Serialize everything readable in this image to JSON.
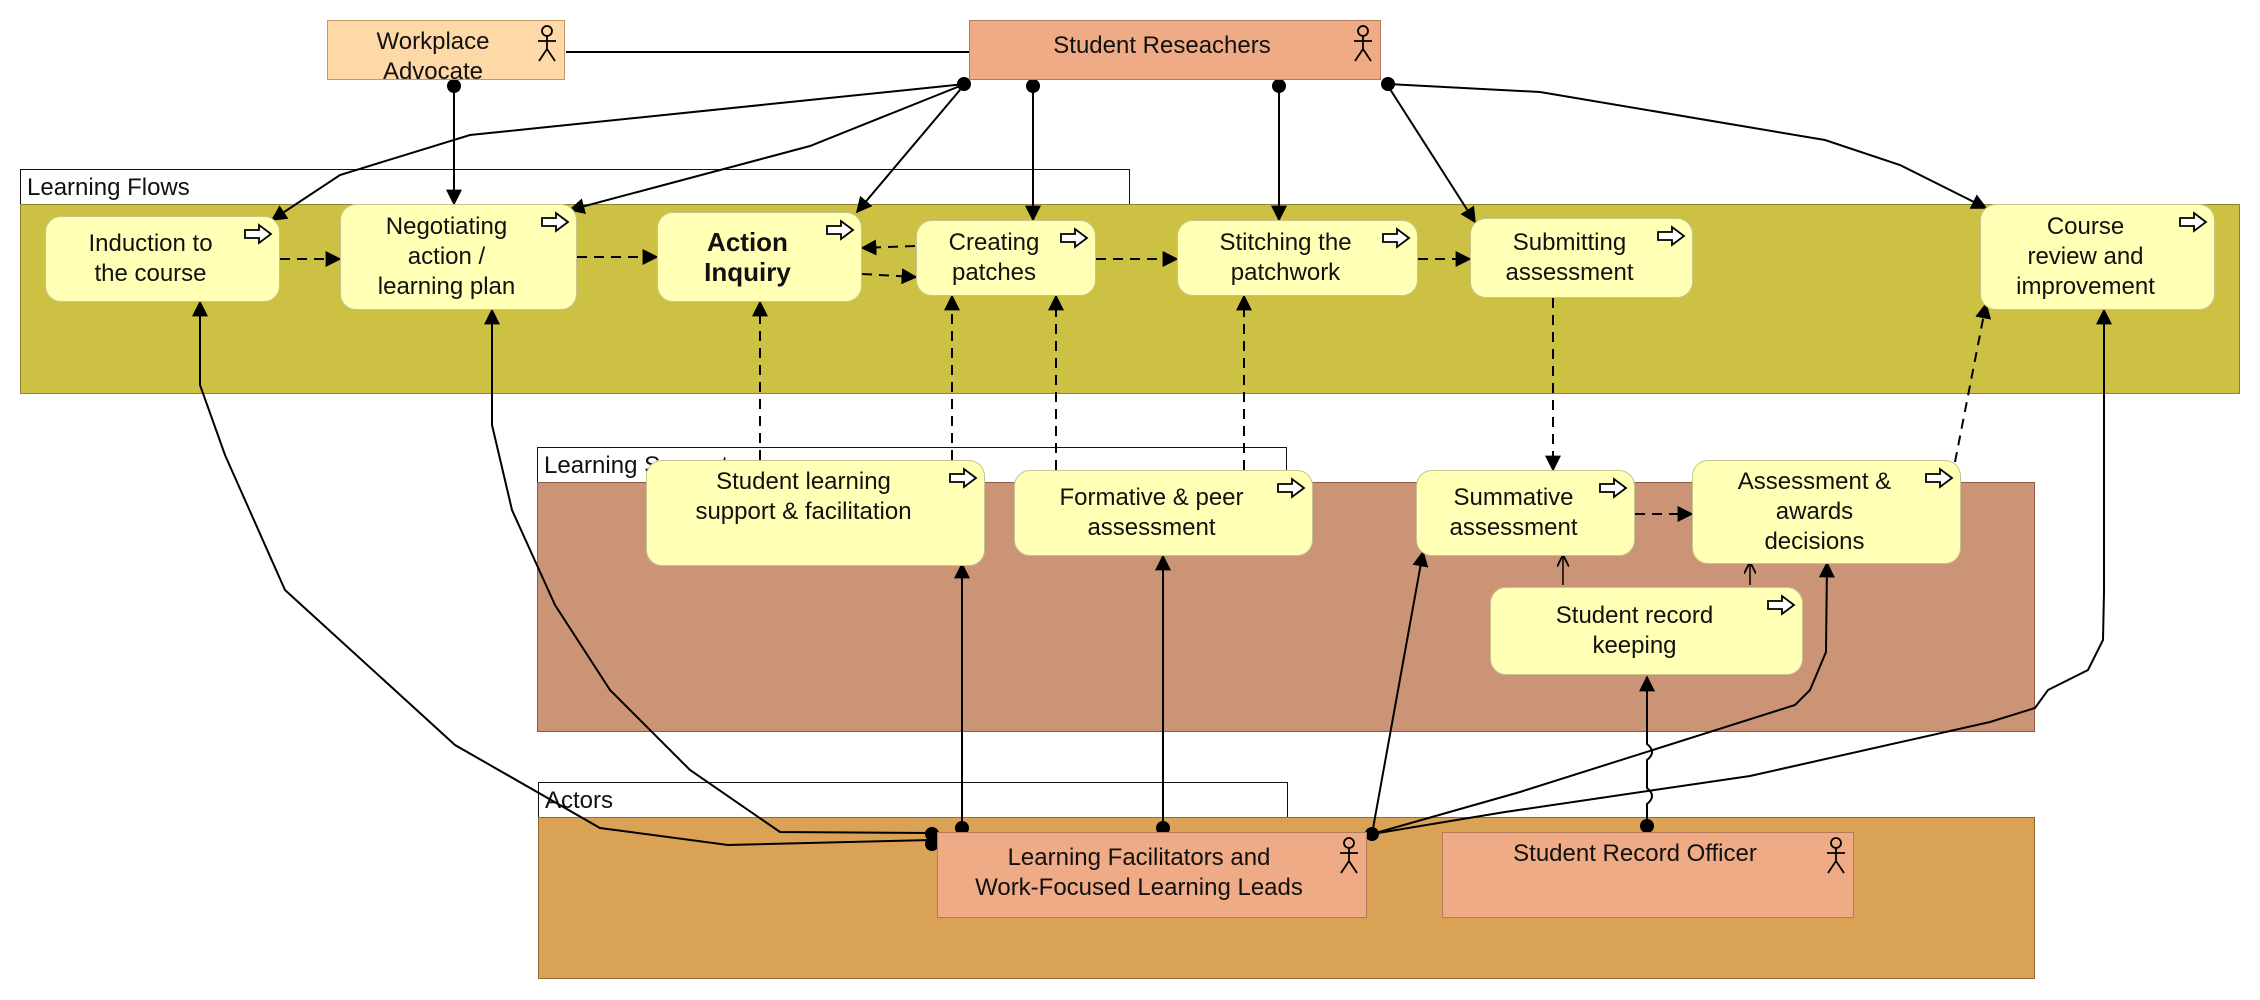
{
  "groups": {
    "flows": "Learning Flows",
    "support": "Learning Support",
    "actors": "Actors"
  },
  "actors": {
    "workplace_advocate": "Workplace\nAdvocate",
    "student_researchers": "Student Reseachers",
    "learning_facilitators": "Learning Facilitators and\nWork-Focused Learning Leads",
    "student_record_officer": "Student Record Officer"
  },
  "processes": {
    "induction": "Induction to\nthe course",
    "negotiating": "Negotiating\naction /\nlearning plan",
    "action_inquiry": "Action\nInquiry",
    "creating_patches": "Creating\npatches",
    "stitching": "Stitching the\npatchwork",
    "submitting": "Submitting\nassessment",
    "course_review": "Course\nreview and\nimprovement",
    "student_support": "Student learning\nsupport & facilitation",
    "formative": "Formative & peer\nassessment",
    "summative": "Summative\nassessment",
    "assessment_awards": "Assessment &\nawards\ndecisions",
    "record_keeping": "Student record\nkeeping"
  },
  "icons": {
    "process": "process-arrow-icon",
    "actor": "person-icon"
  },
  "colors": {
    "flows_fill": "#cdc144",
    "support_fill": "#cc9476",
    "actors_fill": "#d9a254",
    "process_fill": "#ffffb5",
    "actor_fill": "#eeab85"
  }
}
